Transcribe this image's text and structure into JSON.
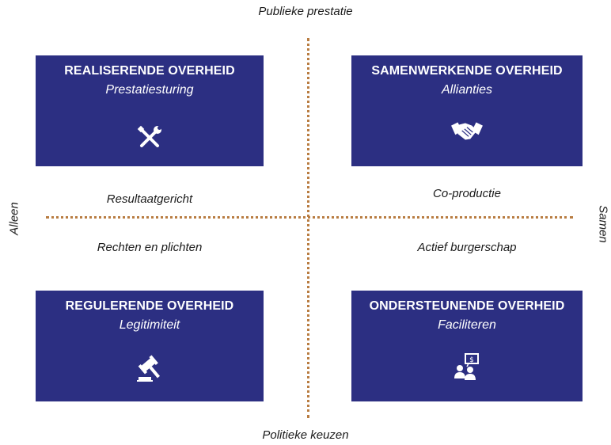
{
  "axes": {
    "top": "Publieke prestatie",
    "bottom": "Politieke keuzen",
    "left": "Alleen",
    "right": "Samen"
  },
  "quadrant_labels": {
    "top_left": "Resultaatgericht",
    "top_right": "Co-productie",
    "bottom_left": "Rechten en plichten",
    "bottom_right": "Actief burgerschap"
  },
  "boxes": {
    "top_left": {
      "title": "REALISERENDE OVERHEID",
      "subtitle": "Prestatiesturing",
      "icon": "tools-icon"
    },
    "top_right": {
      "title": "SAMENWERKENDE OVERHEID",
      "subtitle": "Allianties",
      "icon": "handshake-icon"
    },
    "bottom_left": {
      "title": "REGULERENDE OVERHEID",
      "subtitle": "Legitimiteit",
      "icon": "gavel-icon"
    },
    "bottom_right": {
      "title": "ONDERSTEUNENDE OVERHEID",
      "subtitle": "Faciliteren",
      "icon": "people-presentation-icon"
    }
  },
  "colors": {
    "box_background": "#2c2f82",
    "divider": "#b97d42",
    "text": "#1a1a1a"
  }
}
